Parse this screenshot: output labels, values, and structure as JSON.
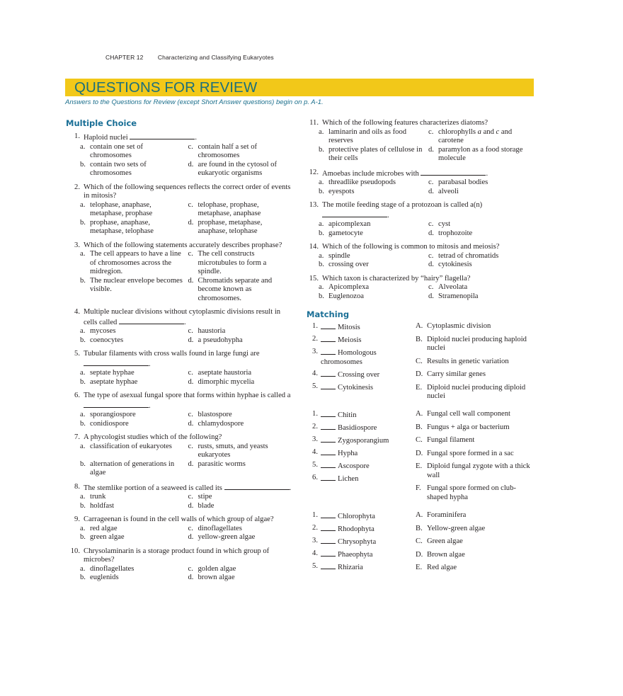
{
  "running_head": {
    "chapter": "CHAPTER 12",
    "title": "Characterizing and Classifying Eukaryotes"
  },
  "banner": {
    "title": "QUESTIONS FOR REVIEW",
    "color": "#f2c819",
    "title_color": "#1c6f7c"
  },
  "answers_note": "Answers to the Questions for Review (except Short Answer questions) begin on p. A-1.",
  "multiple_choice": {
    "heading": "Multiple Choice",
    "questions": [
      {
        "num": "1.",
        "stem": "Haploid nuclei",
        "blank": true,
        "after": ".",
        "a": "contain one set of chromosomes",
        "b": "contain two sets of chromosomes",
        "c": "contain half a set of chromosomes",
        "d": "are found in the cytosol of eukaryotic organisms"
      },
      {
        "num": "2.",
        "stem": "Which of the following sequences reflects the correct order of events in mitosis?",
        "a": "telophase, anaphase, metaphase, prophase",
        "b": "prophase, anaphase, metaphase, telophase",
        "c": "telophase, prophase, metaphase, anaphase",
        "d": "prophase, metaphase, anaphase, telophase"
      },
      {
        "num": "3.",
        "stem": "Which of the following statements accurately describes prophase?",
        "a": "The cell appears to have a line of chromosomes across the midregion.",
        "b": "The nuclear envelope becomes visible.",
        "c": "The cell constructs microtubules to form a spindle.",
        "d": "Chromatids separate and become known as chromosomes."
      },
      {
        "num": "4.",
        "stem": "Multiple nuclear divisions without cytoplasmic divisions result in cells called",
        "blank": true,
        "after": ".",
        "a": "mycoses",
        "b": "coenocytes",
        "c": "haustoria",
        "d": "a pseudohypha"
      },
      {
        "num": "5.",
        "stem": "Tubular filaments with cross walls found in large fungi are",
        "blank": true,
        "after": ".",
        "a": "septate hyphae",
        "b": "aseptate hyphae",
        "c": "aseptate haustoria",
        "d": "dimorphic mycelia"
      },
      {
        "num": "6.",
        "stem": "The type of asexual fungal spore that forms within hyphae is called a",
        "blank": true,
        "after": ".",
        "a": "sporangiospore",
        "b": "conidiospore",
        "c": "blastospore",
        "d": "chlamydospore"
      },
      {
        "num": "7.",
        "stem": "A phycologist studies which of the following?",
        "a": "classification of eukaryotes",
        "b": "alternation of generations in algae",
        "c": "rusts, smuts, and yeasts eukaryotes",
        "d": "parasitic worms"
      },
      {
        "num": "8.",
        "stem": "The stemlike portion of a seaweed is called its",
        "blank": true,
        "after": ".",
        "a": "trunk",
        "b": "holdfast",
        "c": "stipe",
        "d": "blade"
      },
      {
        "num": "9.",
        "stem": "Carrageenan is found in the cell walls of which group of algae?",
        "a": "red algae",
        "b": "green algae",
        "c": "dinoflagellates",
        "d": "yellow-green algae"
      },
      {
        "num": "10.",
        "stem": "Chrysolaminarin is a storage product found in which group of microbes?",
        "a": "dinoflagellates",
        "b": "euglenids",
        "c": "golden algae",
        "d": "brown algae"
      },
      {
        "num": "11.",
        "stem": "Which of the following features characterizes diatoms?",
        "a": "laminarin and oils as food reserves",
        "b": "protective plates of cellulose in their cells",
        "c_pre": "chlorophylls ",
        "c_i1": "a",
        "c_mid": " and ",
        "c_i2": "c",
        "c_post": " and carotene",
        "c": "chlorophylls a and c and carotene",
        "d": "paramylon as a food storage molecule"
      },
      {
        "num": "12.",
        "stem": "Amoebas include microbes with",
        "blank": true,
        "after": ".",
        "a": "threadlike pseudopods",
        "b": "eyespots",
        "c": "parabasal bodies",
        "d": "alveoli"
      },
      {
        "num": "13.",
        "stem": "The motile feeding stage of a protozoan is called a(n)",
        "blank": true,
        "after": ".",
        "a": "apicomplexan",
        "b": "gametocyte",
        "c": "cyst",
        "d": "trophozoite"
      },
      {
        "num": "14.",
        "stem": "Which of the following is common to mitosis and meiosis?",
        "a": "spindle",
        "b": "crossing over",
        "c": "tetrad of chromatids",
        "d": "cytokinesis"
      },
      {
        "num": "15.",
        "stem": "Which taxon is characterized by “hairy” flagella?",
        "a": "Apicomplexa",
        "b": "Euglenozoa",
        "c": "Alveolata",
        "d": "Stramenopila"
      }
    ]
  },
  "matching": {
    "heading": "Matching",
    "sets": [
      {
        "left": [
          "Mitosis",
          "Meiosis",
          "Homologous chromosomes",
          "Crossing over",
          "Cytokinesis"
        ],
        "right": [
          {
            "letter": "A.",
            "text": "Cytoplasmic division"
          },
          {
            "letter": "B.",
            "text": "Diploid nuclei producing haploid nuclei"
          },
          {
            "letter": "C.",
            "text": "Results in genetic variation"
          },
          {
            "letter": "D.",
            "text": "Carry similar genes"
          },
          {
            "letter": "E.",
            "text": "Diploid nuclei producing diploid nuclei"
          }
        ]
      },
      {
        "left": [
          "Chitin",
          "Basidiospore",
          "Zygosporangium",
          "Hypha",
          "Ascospore",
          "Lichen"
        ],
        "right": [
          {
            "letter": "A.",
            "text": "Fungal cell wall component"
          },
          {
            "letter": "B.",
            "text": "Fungus + alga or bacterium"
          },
          {
            "letter": "C.",
            "text": "Fungal filament"
          },
          {
            "letter": "D.",
            "text": "Fungal spore formed in a sac"
          },
          {
            "letter": "E.",
            "text": "Diploid fungal zygote with a thick wall"
          },
          {
            "letter": "F.",
            "text": "Fungal spore formed on club-shaped hypha"
          }
        ]
      },
      {
        "left": [
          "Chlorophyta",
          "Rhodophyta",
          "Chrysophyta",
          "Phaeophyta",
          "Rhizaria"
        ],
        "right": [
          {
            "letter": "A.",
            "text": "Foraminifera"
          },
          {
            "letter": "B.",
            "text": "Yellow-green algae"
          },
          {
            "letter": "C.",
            "text": "Green algae"
          },
          {
            "letter": "D.",
            "text": "Brown algae"
          },
          {
            "letter": "E.",
            "text": "Red algae"
          }
        ]
      }
    ]
  }
}
